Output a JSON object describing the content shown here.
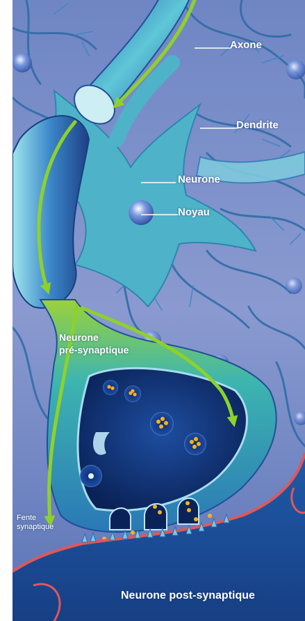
{
  "diagram": {
    "labels": {
      "axone": "Axone",
      "dendrite": "Dendrite",
      "neurone": "Neurone",
      "noyau": "Noyau",
      "pre_synaptique_line1": "Neurone",
      "pre_synaptique_line2": "pré-synaptique",
      "fente_line1": "Fente",
      "fente_line2": "synaptique",
      "post_synaptique": "Neurone post-synaptique"
    },
    "colors": {
      "background": "#7d90c8",
      "neuron_body": "#46b4c8",
      "terminal_dark": "#0d2a63",
      "arrow_green": "#8fd12a",
      "neurotransmitter": "#f5b21b",
      "membrane_edge": "#e0575a",
      "post_synaptic": "#1d4d97"
    }
  }
}
